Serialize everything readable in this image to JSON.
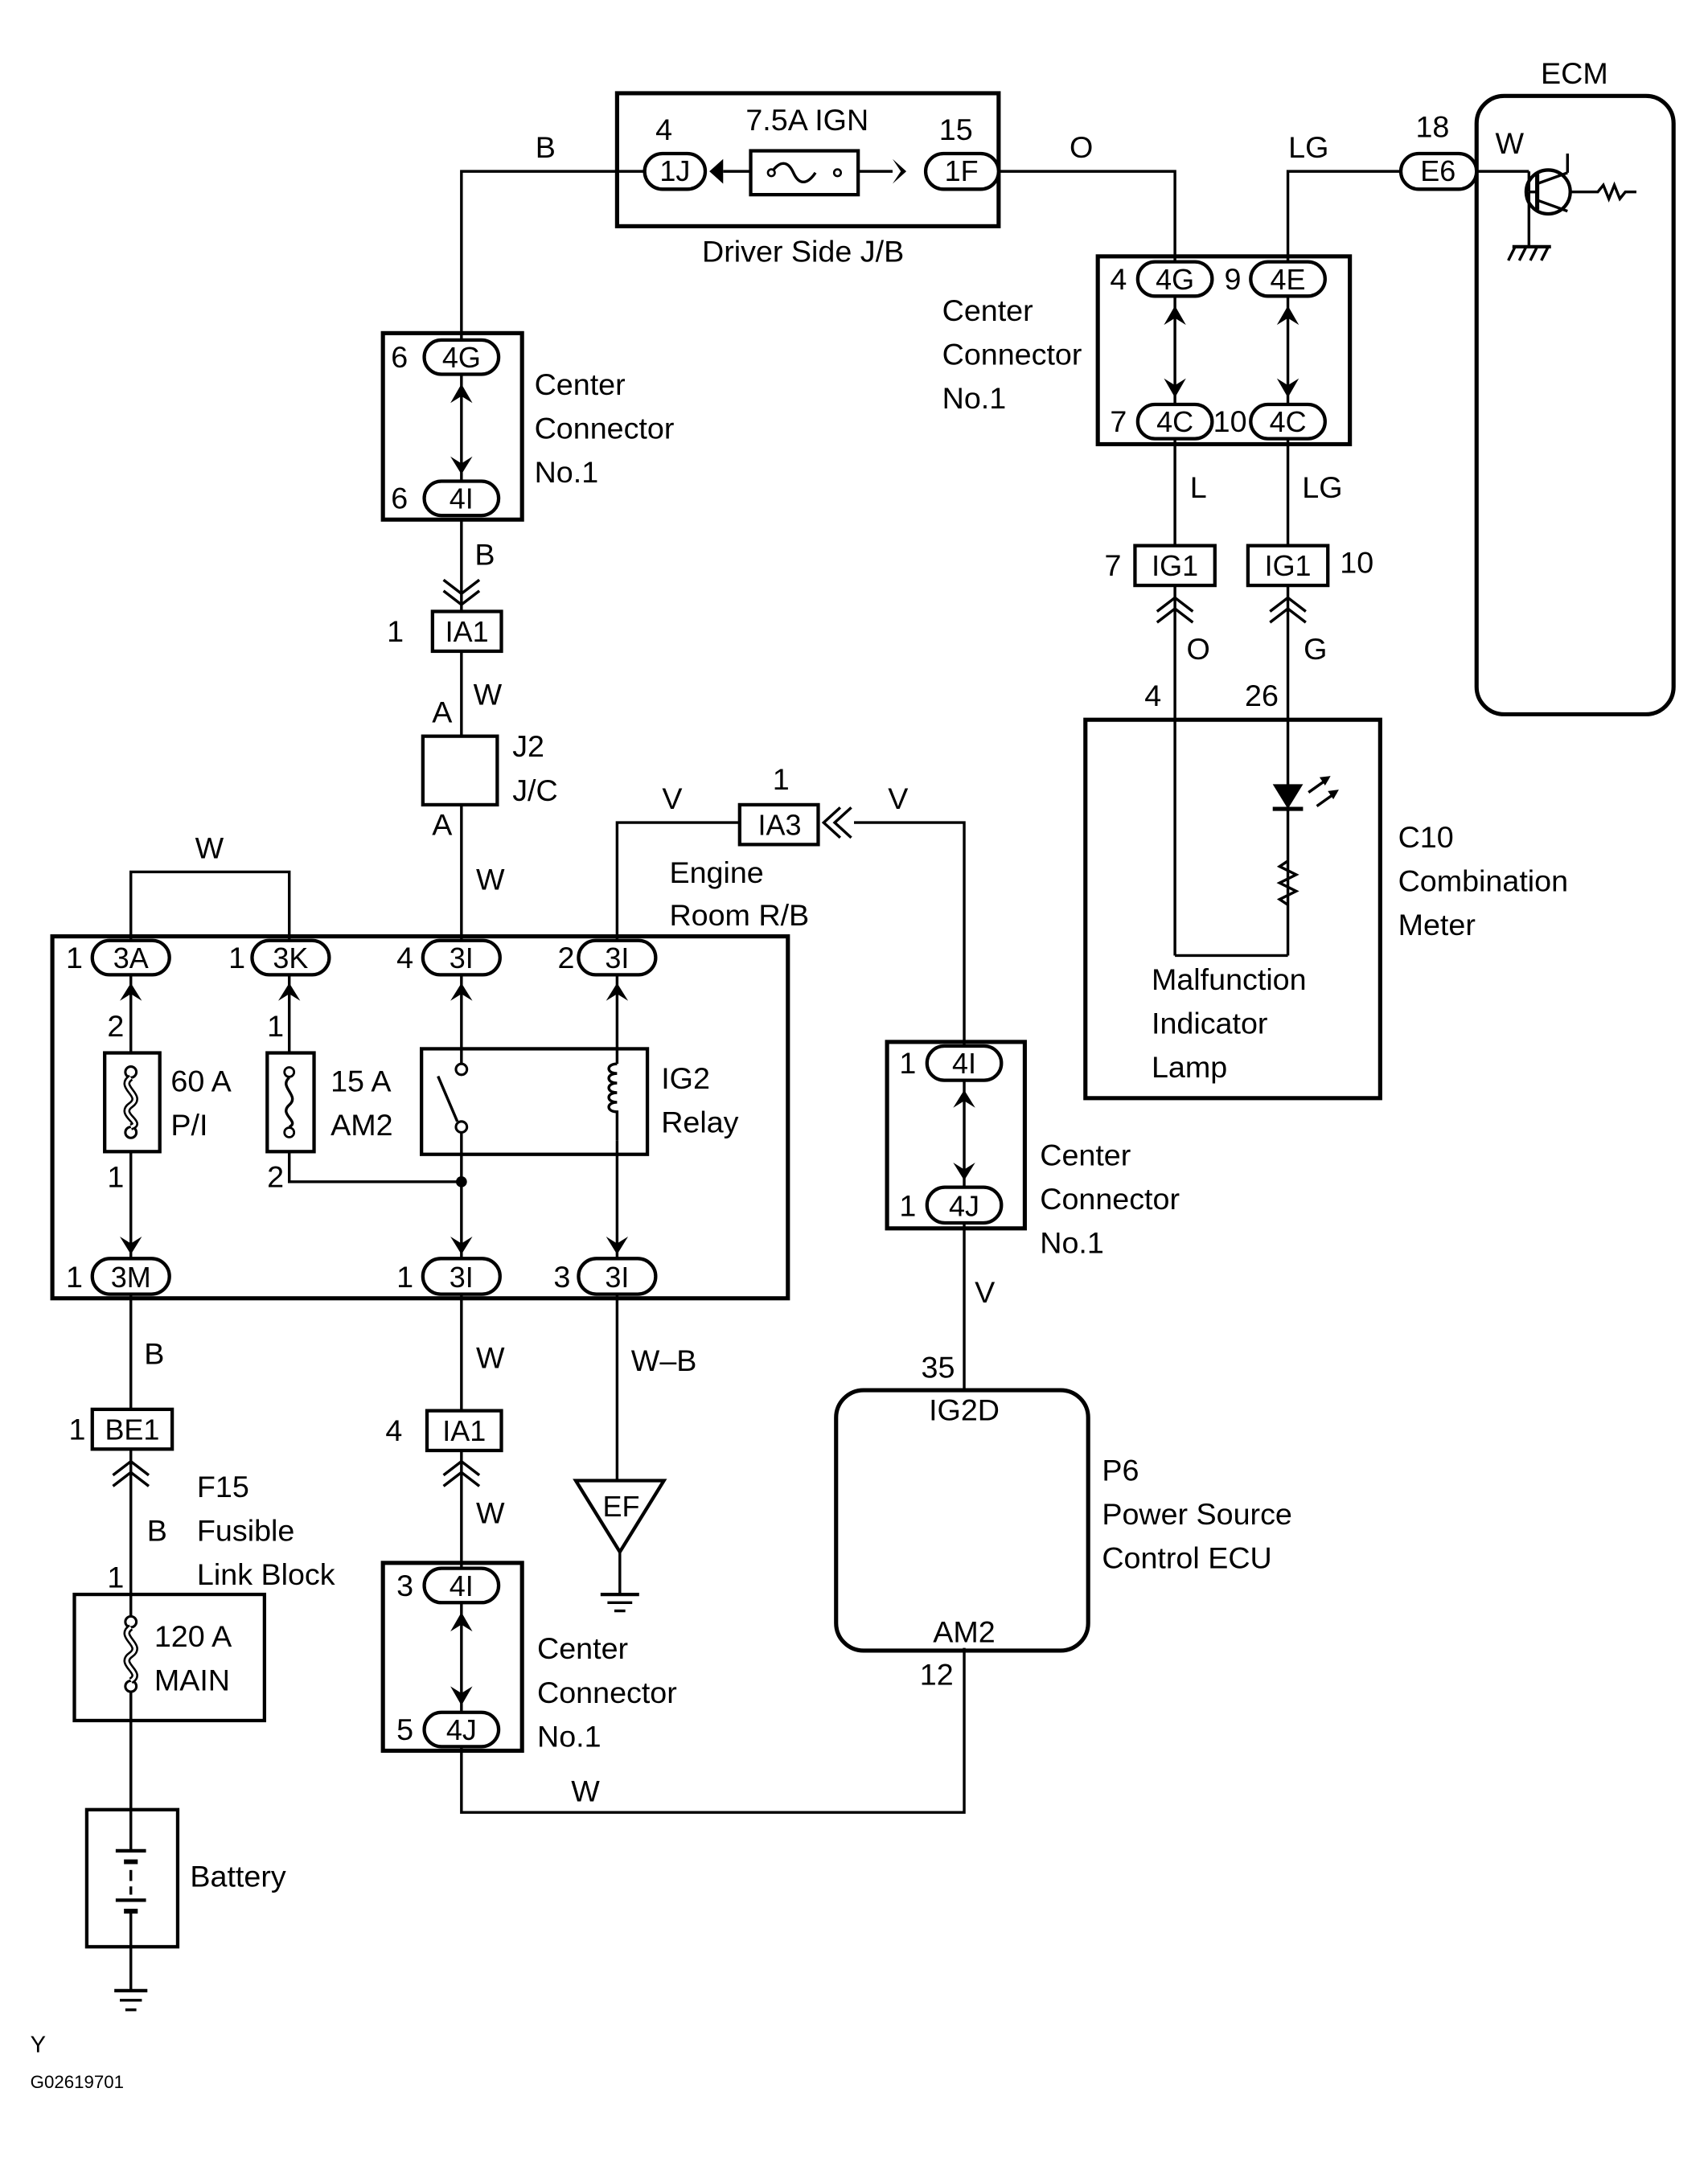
{
  "fuse_ign": "7.5A IGN",
  "driver_jb": "Driver Side J/B",
  "center_conn": [
    "Center",
    "Connector",
    "No.1"
  ],
  "ecm": "ECM",
  "j2": [
    "J2",
    "J/C"
  ],
  "engine_rb": [
    "Engine",
    "Room R/B"
  ],
  "fuse_pi": [
    "60 A",
    "P/I"
  ],
  "fuse_am2": [
    "15 A",
    "AM2"
  ],
  "relay_ig2": [
    "IG2",
    "Relay"
  ],
  "f15": [
    "F15",
    "Fusible",
    "Link Block"
  ],
  "main_fuse": [
    "120 A",
    "MAIN"
  ],
  "battery": "Battery",
  "c10": [
    "C10",
    "Combination",
    "Meter"
  ],
  "mil": [
    "Malfunction",
    "Indicator",
    "Lamp"
  ],
  "p6": [
    "P6",
    "Power Source",
    "Control ECU"
  ],
  "ecu_pins": {
    "ig2d": "IG2D",
    "am2": "AM2"
  },
  "ground_ef": "EF",
  "wire_colors": {
    "b": "B",
    "o": "O",
    "lg": "LG",
    "w": "W",
    "l": "L",
    "g": "G",
    "v": "V",
    "wb": "W–B"
  },
  "connectors": {
    "c1j": "1J",
    "c1f": "1F",
    "c4g": "4G",
    "c4i": "4I",
    "c4e": "4E",
    "c4c": "4C",
    "c4j": "4J",
    "ce6": "E6",
    "cig1": "IG1",
    "cia1": "IA1",
    "cia3": "IA3",
    "cbe1": "BE1",
    "c3a": "3A",
    "c3k": "3K",
    "c3i": "3I",
    "c3m": "3M"
  },
  "pins": {
    "p1": "1",
    "p2": "2",
    "p3": "3",
    "p4": "4",
    "p5": "5",
    "p6": "6",
    "p7": "7",
    "p9": "9",
    "p10": "10",
    "p12": "12",
    "p15": "15",
    "p18": "18",
    "p26": "26",
    "p35": "35",
    "pa": "A"
  },
  "footer": {
    "code1": "Y",
    "code2": "G02619701"
  }
}
